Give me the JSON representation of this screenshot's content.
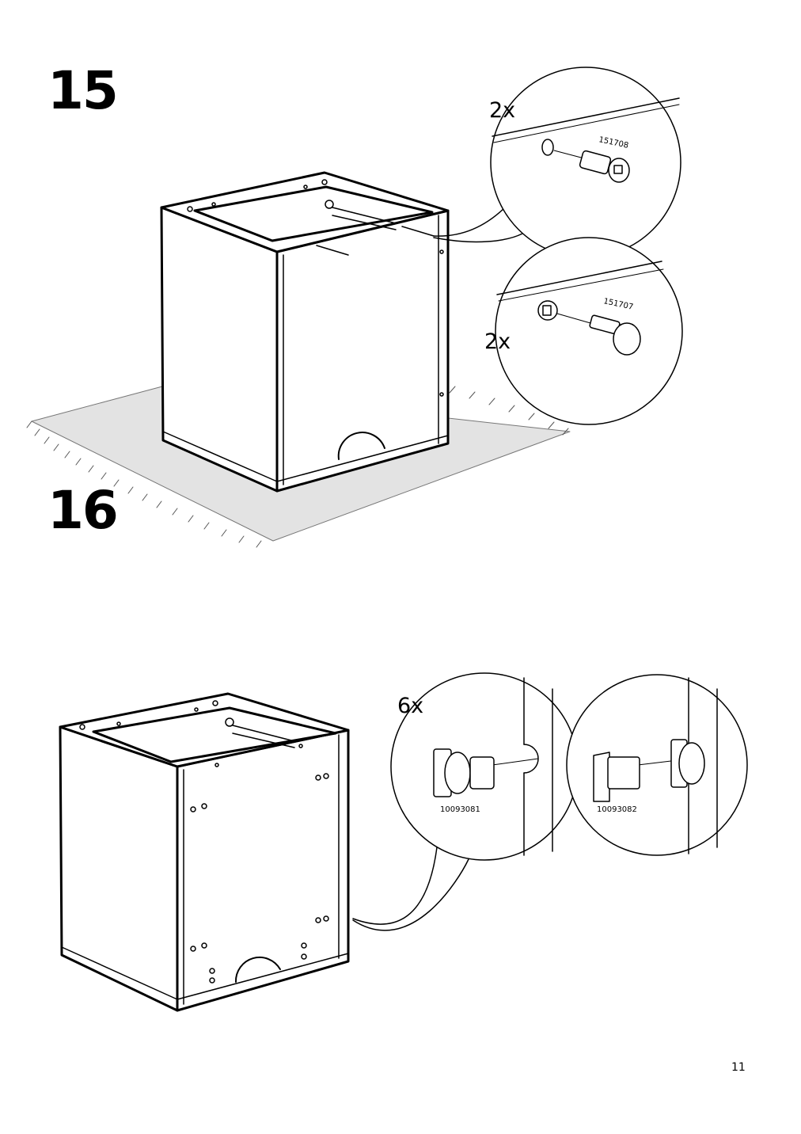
{
  "steps": [
    {
      "number": "15",
      "callouts": [
        {
          "quantity": "2x",
          "part_number": "151708"
        },
        {
          "quantity": "2x",
          "part_number": "151707"
        }
      ]
    },
    {
      "number": "16",
      "callouts": [
        {
          "quantity": "6x",
          "part_number": "10093081"
        },
        {
          "part_number": "10093082"
        }
      ]
    }
  ],
  "page_number": "11"
}
